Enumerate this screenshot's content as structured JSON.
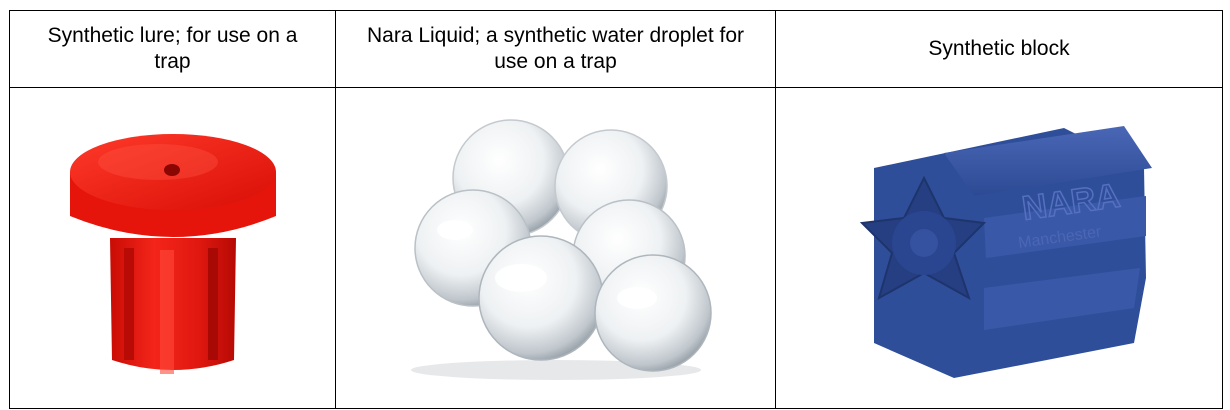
{
  "table": {
    "headers": [
      "Synthetic lure; for use on a trap",
      "Nara Liquid; a synthetic water droplet for use on a trap",
      "Synthetic block"
    ]
  },
  "images": [
    {
      "icon": "red-lure-cap-icon",
      "color": "#e8150a"
    },
    {
      "icon": "water-droplets-icon",
      "color": "#d6dadd"
    },
    {
      "icon": "blue-block-icon",
      "color": "#2f4e9a",
      "logo_text": "NARA",
      "logo_subtext": "Manchester"
    }
  ]
}
